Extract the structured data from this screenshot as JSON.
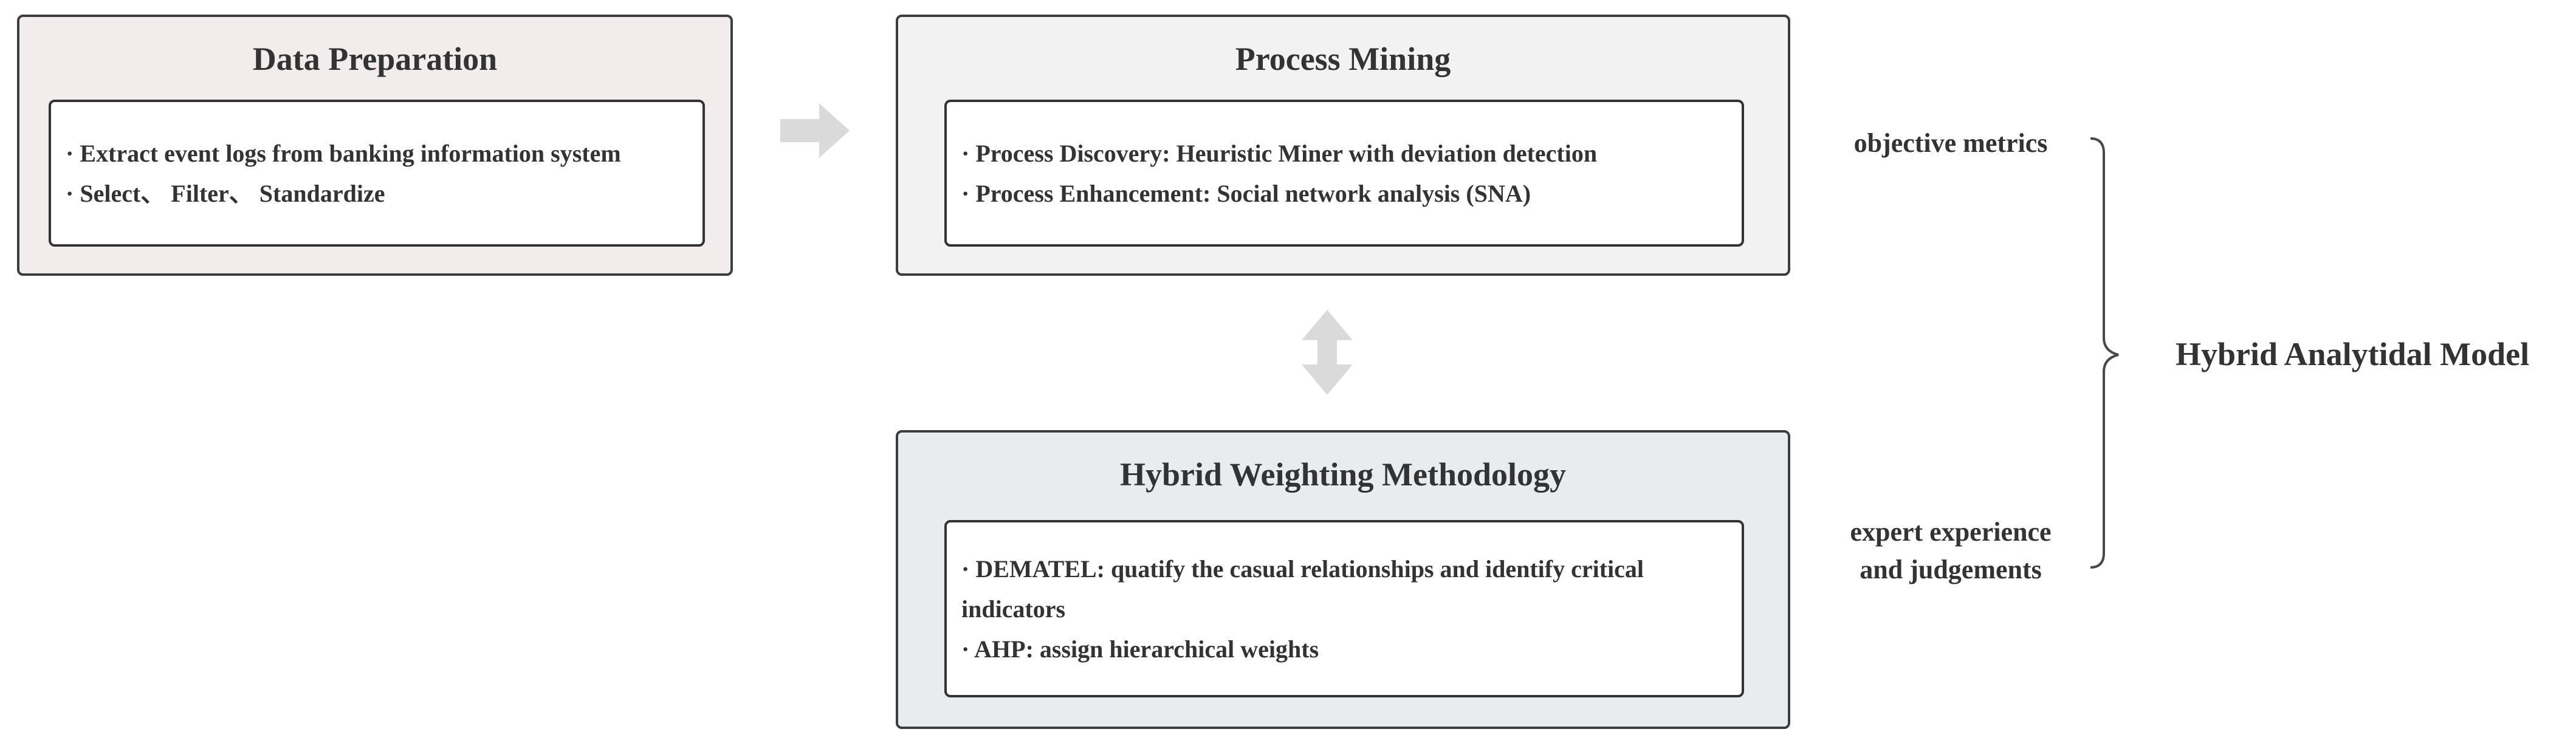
{
  "colors": {
    "prep_bg": "#f2ecec",
    "mining_bg": "#f2f2f2",
    "weighting_bg": "#e8ecee",
    "arrow": "#dadada",
    "border": "#3d3d3d",
    "text": "#333333"
  },
  "data_preparation": {
    "title": "Data Preparation",
    "items": [
      "· Extract event logs from banking information system",
      "· Select、 Filter、 Standardize"
    ]
  },
  "process_mining": {
    "title": "Process Mining",
    "items": [
      "· Process Discovery: Heuristic Miner with deviation detection",
      "· Process Enhancement: Social network analysis (SNA)"
    ]
  },
  "hybrid_weighting": {
    "title": "Hybrid Weighting Methodology",
    "items": [
      "· DEMATEL: quatify the casual relationships and identify critical indicators",
      "· AHP: assign hierarchical weights"
    ]
  },
  "labels": {
    "objective_metrics": "objective metrics",
    "expert_line1": "expert experience",
    "expert_line2": "and judgements",
    "model": "Hybrid Analytidal Model"
  },
  "icons": {
    "right_arrow": "right-arrow-icon",
    "vertical_double_arrow": "up-down-arrow-icon",
    "brace": "right-curly-brace-icon"
  }
}
